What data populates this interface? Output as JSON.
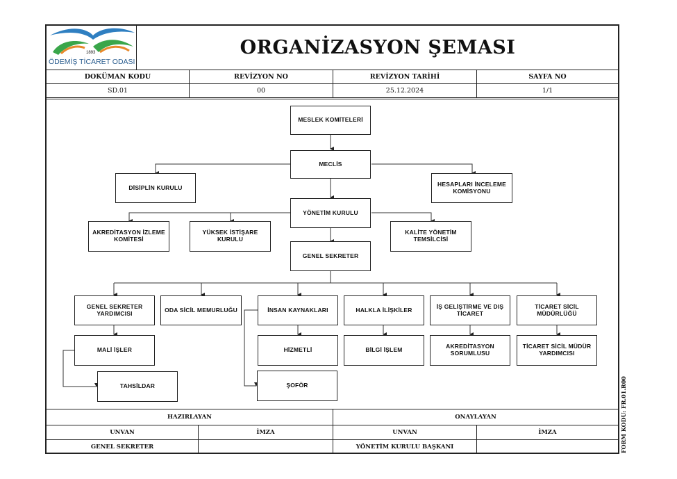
{
  "header": {
    "logo_year": "1893",
    "logo_text": "ÖDEMİŞ TİCARET ODASI",
    "title": "ORGANİZASYON ŞEMASI",
    "columns": [
      "DOKÜMAN KODU",
      "REVİZYON NO",
      "REVİZYON TARİHİ",
      "SAYFA NO"
    ],
    "values": [
      "SD.01",
      "00",
      "25.12.2024",
      "1/1"
    ]
  },
  "org": {
    "meslek_komiteleri": "MESLEK KOMİTELERİ",
    "meclis": "MECLİS",
    "disiplin_kurulu": "DİSİPLİN KURULU",
    "hesaplari_inceleme": "HESAPLARI İNCELEME KOMİSYONU",
    "yonetim_kurulu": "YÖNETİM KURULU",
    "akreditasyon_izleme": "AKREDİTASYON İZLEME KOMİTESİ",
    "yuksek_istisare": "YÜKSEK İSTİŞARE KURULU",
    "kalite_yonetim": "KALİTE YÖNETİM TEMSİLCİSİ",
    "genel_sekreter": "GENEL SEKRETER",
    "genel_sekreter_yardimcisi": "GENEL SEKRETER YARDIMCISI",
    "oda_sicil": "ODA SİCİL MEMURLUĞU",
    "insan_kaynaklari": "İNSAN KAYNAKLARI",
    "halkla_iliskiler": "HALKLA İLİŞKİLER",
    "is_gelistirme": "İŞ GELİŞTİRME VE DIŞ TİCARET",
    "ticaret_sicil": "TİCARET SİCİL MÜDÜRLÜĞÜ",
    "mali_isler": "MALİ İŞLER",
    "hizmetli": "HİZMETLİ",
    "bilgi_islem": "BİLGİ İŞLEM",
    "akreditasyon_sorumlusu": "AKREDİTASYON SORUMLUSU",
    "ticaret_sicil_yardimcisi": "TİCARET SİCİL MÜDÜR YARDIMCISI",
    "tahsildar": "TAHSİLDAR",
    "sofor": "ŞOFÖR"
  },
  "footer": {
    "hazirlayan": "HAZIRLAYAN",
    "onaylayan": "ONAYLAYAN",
    "unvan_left": "UNVAN",
    "imza_left": "İMZA",
    "unvan_right": "UNVAN",
    "imza_right": "İMZA",
    "hazirlayan_unvan": "GENEL SEKRETER",
    "onaylayan_unvan": "YÖNETİM KURULU BAŞKANI"
  },
  "form_code": "FORM KODU: FR.01.R00",
  "colors": {
    "logo_blue": "#2f7fc1",
    "logo_green": "#3aa64a",
    "logo_orange": "#e8892b"
  }
}
